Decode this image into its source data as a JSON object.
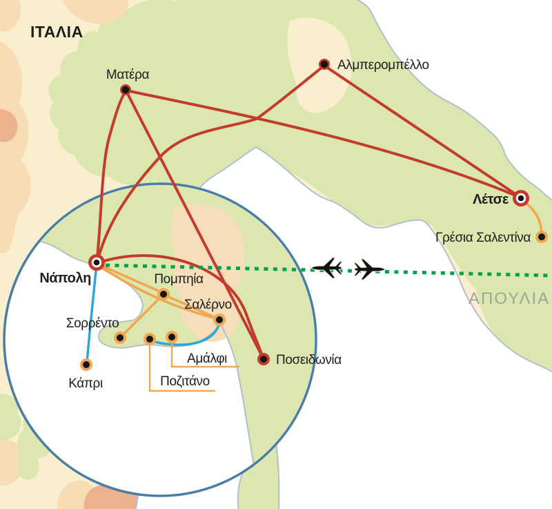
{
  "map": {
    "country_label": "ΙΤΑΛΙΑ",
    "region_label": "ΑΠΟΥΛΙΑ",
    "cities": [
      {
        "name": "Ματέρα",
        "marker": "red-ring-dot"
      },
      {
        "name": "Αλμπερομπέλλο",
        "marker": "red-ring-dot"
      },
      {
        "name": "Λέτσε",
        "marker": "red-white-target"
      },
      {
        "name": "Γρέσια Σαλεντίνα",
        "marker": "orange-ring-dot"
      },
      {
        "name": "Νάπολη",
        "marker": "red-white-target"
      },
      {
        "name": "Πομπηία",
        "marker": "orange-ring-dot"
      },
      {
        "name": "Σαλέρνο",
        "marker": "orange-ring-dot"
      },
      {
        "name": "Σορρέντο",
        "marker": "orange-ring-dot"
      },
      {
        "name": "Κάπρι",
        "marker": "orange-ring-dot"
      },
      {
        "name": "Αμάλφι",
        "marker": "orange-ring-dot"
      },
      {
        "name": "Ποζιτάνο",
        "marker": "orange-ring-dot"
      },
      {
        "name": "Ποσειδωνία",
        "marker": "red-dot"
      }
    ],
    "routes": {
      "coach": {
        "color": "#c23b2c",
        "segments": [
          [
            "Νάπολη",
            "Ματέρα"
          ],
          [
            "Νάπολη",
            "Αλμπερομπέλλο"
          ],
          [
            "Ματέρα",
            "Λέτσε"
          ],
          [
            "Ματέρα",
            "Ποσειδωνία"
          ],
          [
            "Αλμπερομπέλλο",
            "Λέτσε"
          ],
          [
            "Νάπολη",
            "Ποσειδωνία"
          ]
        ]
      },
      "excursion": {
        "color": "#f0a750",
        "segments": [
          [
            "Νάπολη",
            "Πομπηία"
          ],
          [
            "Νάπολη",
            "Σαλέρνο"
          ],
          [
            "Πομπηία",
            "Σορρέντο"
          ],
          [
            "Πομπηία",
            "Σαλέρνο"
          ],
          [
            "Λέτσε",
            "Γρέσια Σαλεντίνα"
          ]
        ]
      },
      "boat": {
        "color": "#2ea6d6",
        "segments": [
          [
            "Νάπολη",
            "Κάπρι"
          ],
          [
            "Σαλέρνο",
            "Αμάλφι",
            "Ποζιτάνο"
          ]
        ]
      },
      "flight": {
        "color": "#00a14b",
        "style": "dotted",
        "icons": [
          "airplane-west",
          "airplane-east"
        ]
      }
    },
    "colors": {
      "land": "#f9efcf",
      "lowland_green": "#dce7af",
      "sea": "#ffffff",
      "coast": "#b3bfca",
      "magnifier_circle": "#4a7da6",
      "region_label_gray": "#9ba59b"
    }
  }
}
